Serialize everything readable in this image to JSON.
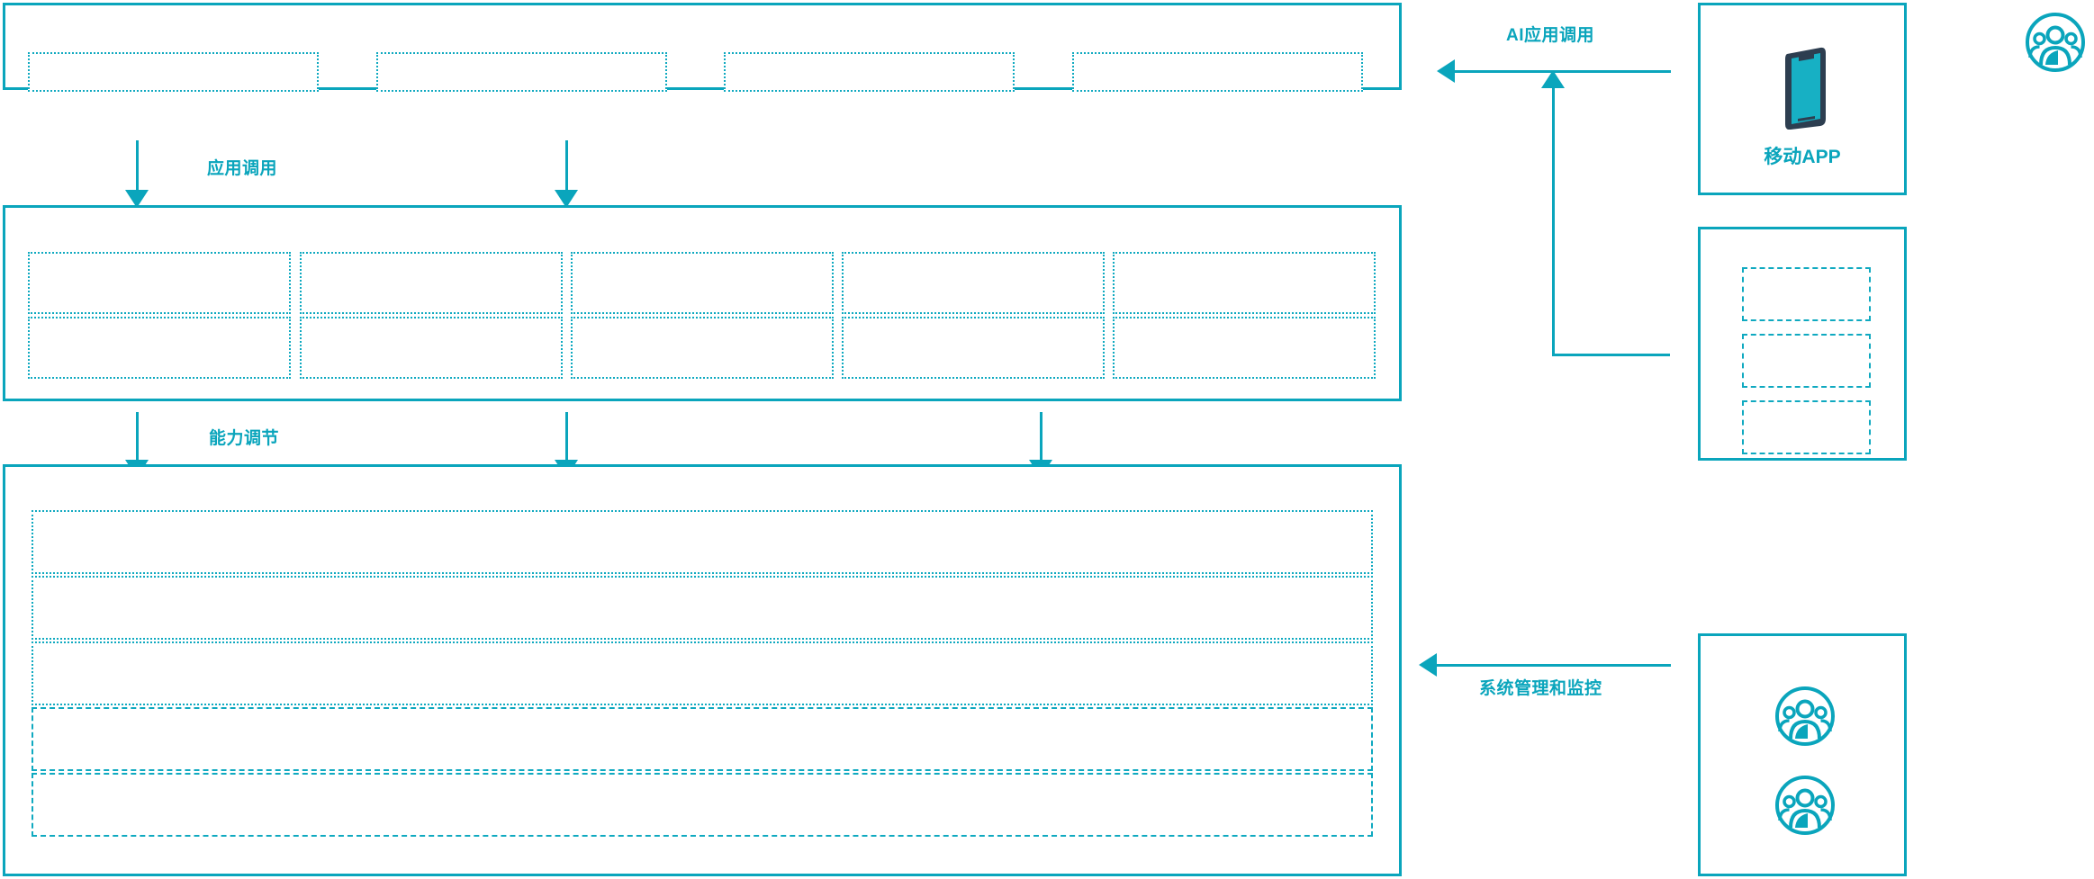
{
  "theme": {
    "accent": "#0AA5BC",
    "dashed_stroke": "#0FA9C0",
    "phone_frame": "#2D3E50",
    "phone_screen": "#17B0C4",
    "background": "#FFFFFF"
  },
  "diagram": {
    "title": "",
    "layers": [
      {
        "id": "application-layer",
        "name": "application-layer-panel",
        "boxes": [
          {
            "label": ""
          },
          {
            "label": ""
          },
          {
            "label": ""
          },
          {
            "label": ""
          }
        ]
      },
      {
        "id": "capability-layer",
        "name": "capability-layer-panel",
        "columns": 5,
        "rows": 2,
        "boxes": [
          {
            "label": ""
          },
          {
            "label": ""
          },
          {
            "label": ""
          },
          {
            "label": ""
          },
          {
            "label": ""
          },
          {
            "label": ""
          },
          {
            "label": ""
          },
          {
            "label": ""
          },
          {
            "label": ""
          },
          {
            "label": ""
          }
        ]
      },
      {
        "id": "platform-layer",
        "name": "platform-layer-panel",
        "bars": [
          {
            "label": ""
          },
          {
            "label": ""
          },
          {
            "label": ""
          },
          {
            "label": ""
          },
          {
            "label": ""
          }
        ]
      }
    ],
    "connectors": [
      {
        "id": "app-call",
        "label": "应用调用",
        "direction": "down"
      },
      {
        "id": "capability-call",
        "label": "能力调节",
        "direction": "down"
      },
      {
        "id": "ai-app-call",
        "label": "AI应用调用",
        "direction": "left"
      },
      {
        "id": "system-admin",
        "label": "系统管理和监控",
        "direction": "left"
      }
    ]
  },
  "right_column": {
    "mobile_card": {
      "name": "mobile-app-card",
      "label": "移动APP",
      "icon": "smartphone-icon"
    },
    "channel_card": {
      "name": "channel-card",
      "boxes": [
        {
          "label": ""
        },
        {
          "label": ""
        },
        {
          "label": ""
        }
      ]
    },
    "operator_card": {
      "name": "operator-card",
      "icons": [
        {
          "name": "user-group-icon"
        },
        {
          "name": "user-group-icon"
        }
      ]
    },
    "end_user": {
      "name": "end-user-icon",
      "icon": "user-group-icon"
    }
  }
}
